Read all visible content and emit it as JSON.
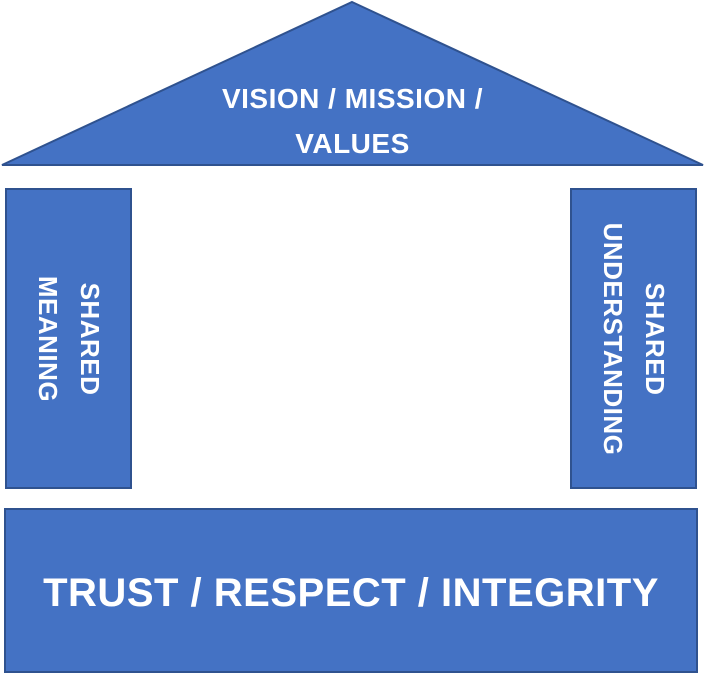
{
  "diagram": {
    "kind": "house-model",
    "colors": {
      "shape_fill": "#4472C4",
      "shape_border": "#2F528F",
      "text": "#FFFFFF",
      "background": "#FFFFFF"
    },
    "roof": {
      "label": "VISION / MISSION / VALUES",
      "lines": [
        "VISION / MISSION /",
        "VALUES"
      ]
    },
    "pillars": {
      "left": {
        "label": "SHARED MEANING",
        "lines": [
          "SHARED",
          "MEANING"
        ],
        "text_rotation": "90deg"
      },
      "right": {
        "label": "SHARED UNDERSTANDING",
        "lines": [
          "SHARED",
          "UNDERSTANDING"
        ],
        "text_rotation": "90deg"
      }
    },
    "base": {
      "label": "TRUST / RESPECT / INTEGRITY"
    }
  }
}
